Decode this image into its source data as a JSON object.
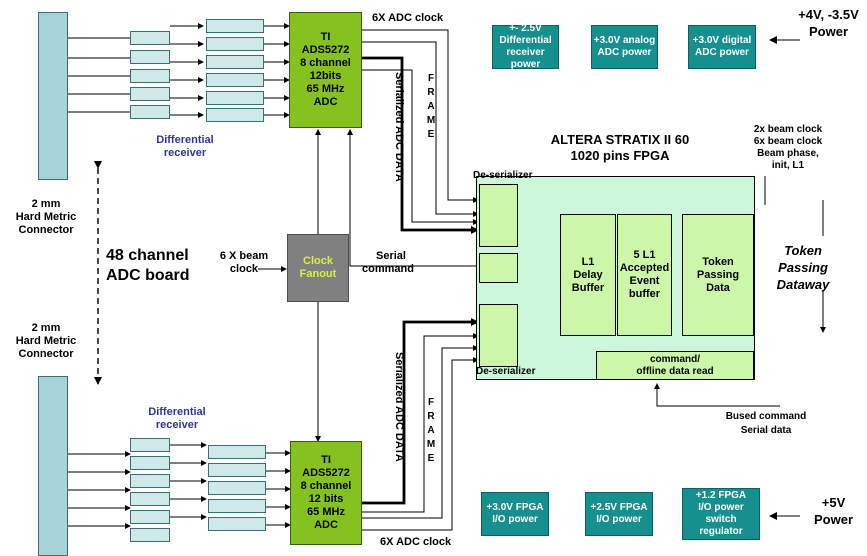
{
  "adc_top": {
    "lines": [
      "TI",
      "ADS5272",
      "8 channel",
      "12bits",
      "65 MHz",
      "ADC"
    ]
  },
  "adc_bottom": {
    "lines": [
      "TI",
      "ADS5272",
      "8 channel",
      "12 bits",
      "65 MHz",
      "ADC"
    ]
  },
  "clock_top": "6X ADC clock",
  "clock_bottom": "6X ADC clock",
  "frame_letters": [
    "F",
    "R",
    "A",
    "M",
    "E"
  ],
  "serialized_top": "Serialized ADC DATA",
  "serialized_bottom": "Serialized ADC DATA",
  "diff_receiver_top": [
    "Differential",
    "receiver"
  ],
  "diff_receiver_bottom": [
    "Differential",
    "receiver"
  ],
  "connector_top": [
    "2 mm",
    "Hard Metric",
    "Connector"
  ],
  "connector_bottom": [
    "2 mm",
    "Hard Metric",
    "Connector"
  ],
  "board_title": [
    "48 channel",
    "ADC board"
  ],
  "beam_clock": [
    "6 X beam",
    "clock"
  ],
  "clock_fanout": [
    "Clock",
    "Fanout"
  ],
  "serial_command": [
    "Serial",
    "command"
  ],
  "fpga_title": [
    "ALTERA STRATIX II 60",
    "1020 pins FPGA"
  ],
  "deserializer_top": "De-serializer",
  "deserializer_bottom": "De-serializer",
  "l1_delay": [
    "L1",
    "Delay",
    "Buffer"
  ],
  "l1_accepted": [
    "5 L1",
    "Accepted",
    "Event",
    "buffer"
  ],
  "token_passing": [
    "Token",
    "Passing",
    "Data"
  ],
  "command_offline": [
    "command/",
    "offline data read"
  ],
  "beam_inputs": [
    "2x beam clock",
    "6x beam clock",
    "Beam phase,",
    "init, L1"
  ],
  "token_dataway": [
    "Token",
    "Passing",
    "Dataway"
  ],
  "bused_command": [
    "Bused command",
    "Serial data"
  ],
  "power_top": {
    "label": [
      "+4V, -3.5V",
      "Power"
    ]
  },
  "power_bottom": {
    "label": [
      "+5V",
      "Power"
    ]
  },
  "top_power_boxes": [
    [
      "+- 2.5V",
      "Differential",
      "receiver power"
    ],
    [
      "+3.0V analog",
      "ADC power"
    ],
    [
      "+3.0V digital",
      "ADC power"
    ]
  ],
  "bottom_power_boxes": [
    [
      "+3.0V FPGA",
      "I/O power"
    ],
    [
      "+2.5V FPGA",
      "I/O power"
    ],
    [
      "+1.2 FPGA",
      "I/O power",
      "switch regulator"
    ]
  ],
  "colors": {
    "adc": "#86c21f",
    "teal": "#16908f",
    "fpga": "#ccf7da",
    "inner": "#ccf7a8",
    "fanout": "#808080",
    "fanout_text": "#d8f23a",
    "receiver_label": "#333399"
  }
}
